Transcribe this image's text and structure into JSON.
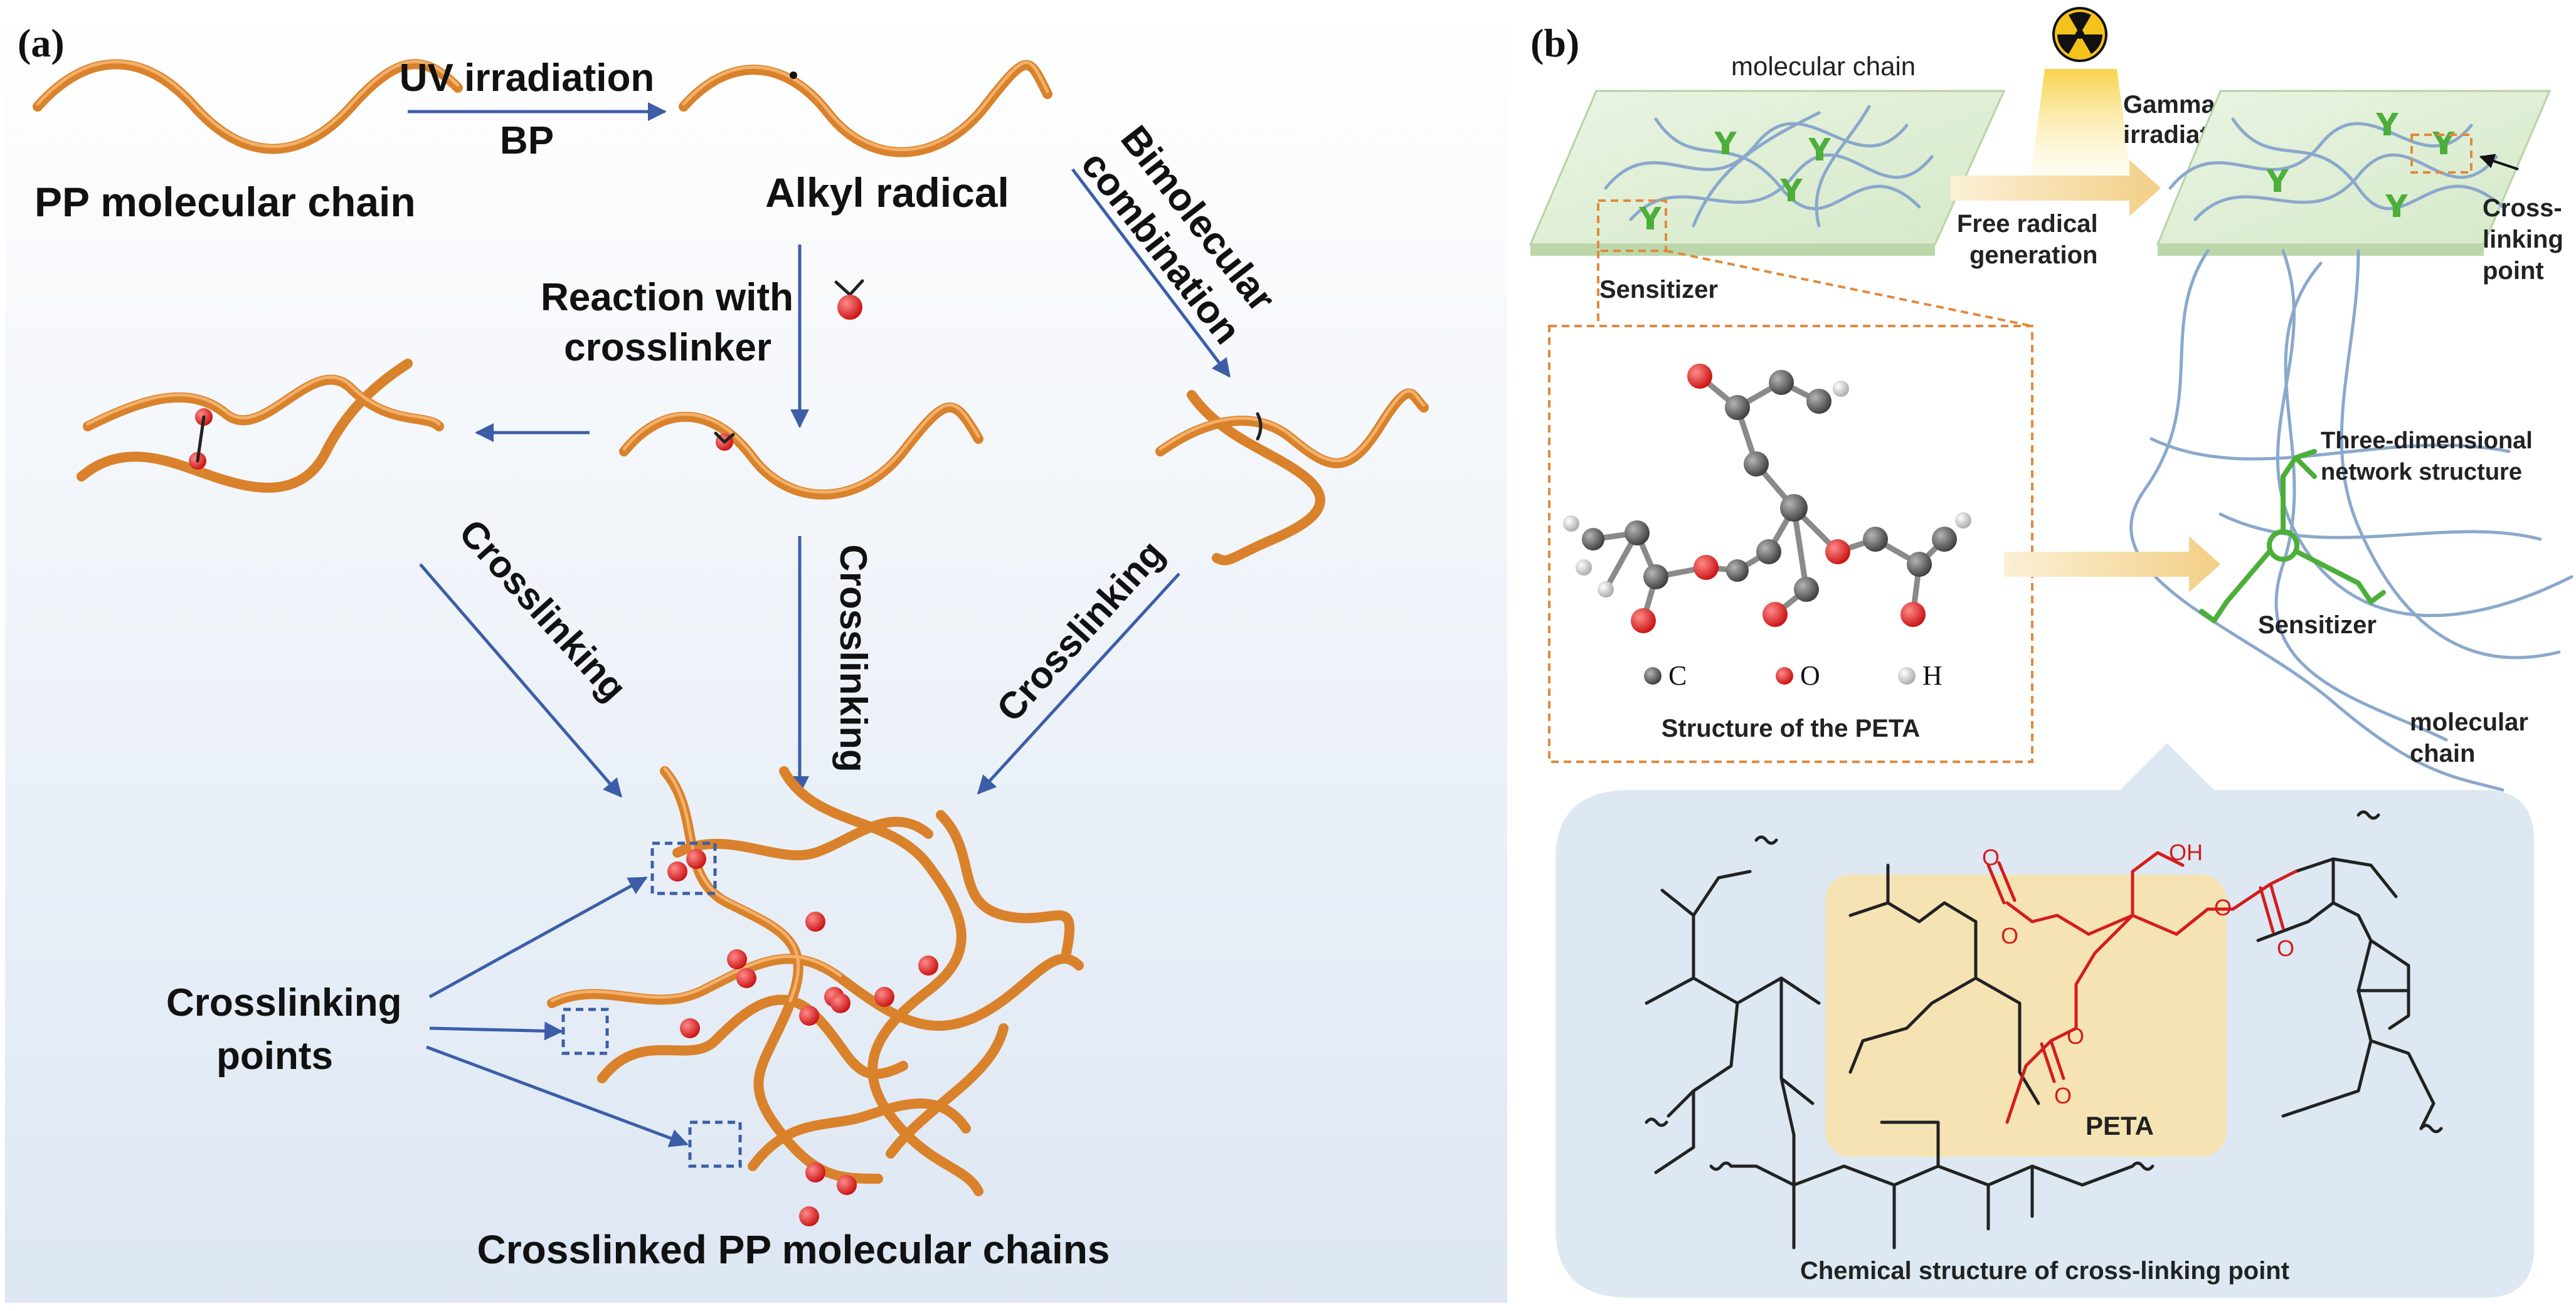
{
  "panel_a": {
    "label": "(a)",
    "uv_irradiation": "UV irradiation",
    "bp": "BP",
    "pp_molecular_chain": "PP molecular chain",
    "alkyl_radical": "Alkyl radical",
    "bimolecular_1": "Bimolecular",
    "bimolecular_2": "combination",
    "reaction_1": "Reaction with",
    "reaction_2": "crosslinker",
    "crosslinking_left": "Crosslinking",
    "crosslinking_mid": "Crosslinking",
    "crosslinking_right": "Crosslinking",
    "crosslinking_points_1": "Crosslinking",
    "crosslinking_points_2": "points",
    "crosslinked_title": "Crosslinked PP molecular chains"
  },
  "panel_b": {
    "label": "(b)",
    "molecular_chain_top": "molecular chain",
    "gamma_1": "Gamma",
    "gamma_2": "irradiation",
    "free_radical_1": "Free radical",
    "free_radical_2": "generation",
    "sensitizer_top": "Sensitizer",
    "cross_linking_1": "Cross-",
    "cross_linking_2": "linking",
    "cross_linking_3": "point",
    "three_dim_1": "Three-dimensional",
    "three_dim_2": "network structure",
    "sensitizer_mid": "Sensitizer",
    "molecular_chain_bottom_1": "molecular",
    "molecular_chain_bottom_2": "chain",
    "legend_c": "C",
    "legend_o": "O",
    "legend_h": "H",
    "peta_structure_caption": "Structure of the PETA",
    "peta_label": "PETA",
    "oh_label": "OH",
    "o_atom": "O",
    "chem_caption": "Chemical structure of cross-linking point"
  },
  "colors": {
    "chain_orange": "#d9822b",
    "arrow_blue": "#3c5ea8",
    "radical_red": "#e02020",
    "sensitizer_green": "#4caf3a",
    "molecular_blue": "#8aa8cc",
    "peta_highlight": "#f6e3b4"
  }
}
